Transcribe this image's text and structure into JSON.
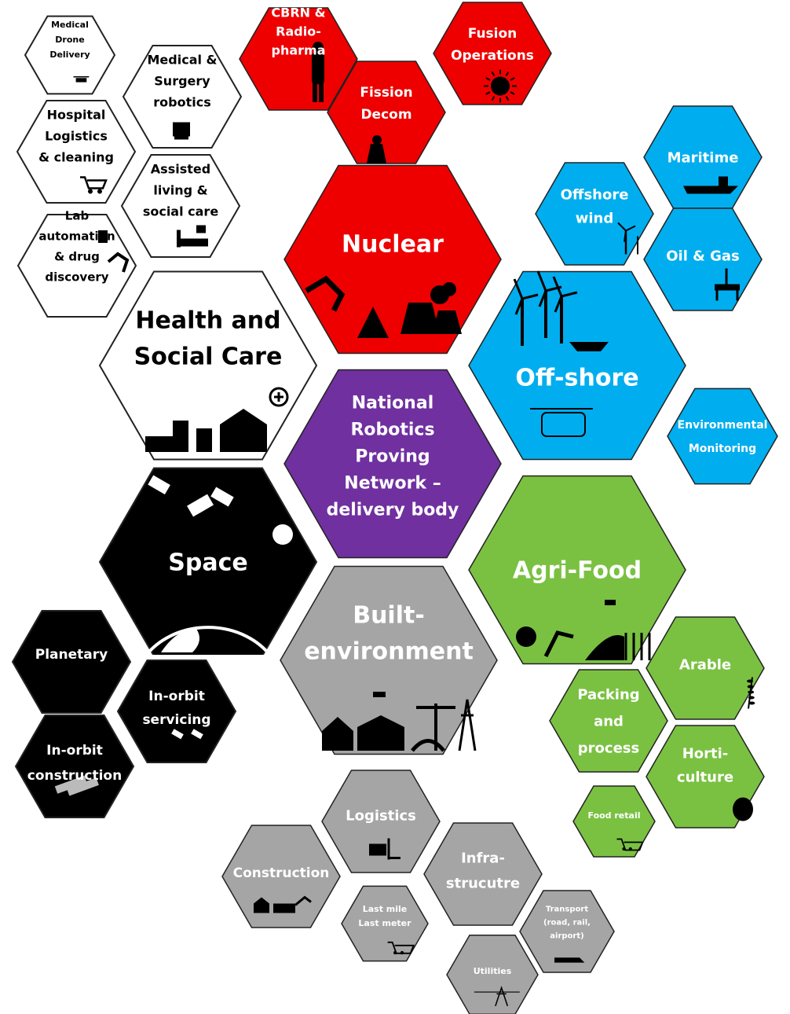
{
  "colors": {
    "nuclear": "#ee0000",
    "offshore": "#00aeef",
    "agrifood": "#7ac142",
    "built": "#a6a5a5",
    "space": "#000000",
    "health": "#ffffff",
    "core": "#7030a0",
    "outline": "#222222",
    "text_light": "#ffffff",
    "text_dark": "#000000"
  },
  "hexes": [
    {
      "id": "core",
      "color": "core",
      "lines": [
        "National",
        "Robotics",
        "Proving",
        "Network –",
        "delivery body"
      ],
      "icon": "none"
    },
    {
      "id": "nuclear",
      "color": "nuclear",
      "lines": [
        "Nuclear"
      ],
      "icon": "nuclear"
    },
    {
      "id": "health",
      "color": "health",
      "lines": [
        "Health and",
        "Social Care"
      ],
      "icon": "health"
    },
    {
      "id": "offshore",
      "color": "offshore",
      "lines": [
        "Off-shore"
      ],
      "icon": "offshore"
    },
    {
      "id": "space",
      "color": "space",
      "lines": [
        "Space"
      ],
      "icon": "space"
    },
    {
      "id": "agrifood",
      "color": "agrifood",
      "lines": [
        "Agri-Food"
      ],
      "icon": "agri"
    },
    {
      "id": "built",
      "color": "built",
      "lines": [
        "Built-",
        "environment"
      ],
      "icon": "built"
    },
    {
      "id": "cbrn",
      "color": "nuclear",
      "lines": [
        "CBRN &",
        "Radio-",
        "pharma"
      ],
      "icon": "person"
    },
    {
      "id": "fusion",
      "color": "nuclear",
      "lines": [
        "Fusion",
        "Operations"
      ],
      "icon": "sun"
    },
    {
      "id": "fission",
      "color": "nuclear",
      "lines": [
        "Fission",
        "Decom"
      ],
      "icon": "tower"
    },
    {
      "id": "drone-delivery",
      "color": "health",
      "lines": [
        "Medical",
        "Drone",
        "Delivery"
      ],
      "icon": "drone"
    },
    {
      "id": "surgery",
      "color": "health",
      "lines": [
        "Medical &",
        "Surgery",
        "robotics"
      ],
      "icon": "robot"
    },
    {
      "id": "hospital",
      "color": "health",
      "lines": [
        "Hospital",
        "Logistics",
        "& cleaning"
      ],
      "icon": "cart"
    },
    {
      "id": "assisted",
      "color": "health",
      "lines": [
        "Assisted",
        "living &",
        "social care"
      ],
      "icon": "bed"
    },
    {
      "id": "lab",
      "color": "health",
      "lines": [
        "Lab",
        "automation",
        "& drug",
        "discovery"
      ],
      "icon": "arm"
    },
    {
      "id": "maritime",
      "color": "offshore",
      "lines": [
        "Maritime"
      ],
      "icon": "ship"
    },
    {
      "id": "offshore-wind",
      "color": "offshore",
      "lines": [
        "Offshore",
        "wind"
      ],
      "icon": "turbine"
    },
    {
      "id": "oil-gas",
      "color": "offshore",
      "lines": [
        "Oil & Gas"
      ],
      "icon": "rig"
    },
    {
      "id": "env-monitoring",
      "color": "offshore",
      "lines": [
        "Environmental",
        "Monitoring"
      ],
      "icon": "none"
    },
    {
      "id": "arable",
      "color": "agrifood",
      "lines": [
        "Arable"
      ],
      "icon": "wheat"
    },
    {
      "id": "packing",
      "color": "agrifood",
      "lines": [
        "Packing",
        "and",
        "process"
      ],
      "icon": "none"
    },
    {
      "id": "horticulture",
      "color": "agrifood",
      "lines": [
        "Horti-",
        "culture"
      ],
      "icon": "berry"
    },
    {
      "id": "food-retail",
      "color": "agrifood",
      "lines": [
        "Food retail"
      ],
      "icon": "cart"
    },
    {
      "id": "planetary",
      "color": "space",
      "lines": [
        "Planetary"
      ],
      "icon": "none"
    },
    {
      "id": "in-orbit-servicing",
      "color": "space",
      "lines": [
        "In-orbit",
        "servicing"
      ],
      "icon": "satellite"
    },
    {
      "id": "in-orbit-construction",
      "color": "space",
      "lines": [
        "In-orbit",
        "construction"
      ],
      "icon": "station"
    },
    {
      "id": "logistics",
      "color": "built",
      "lines": [
        "Logistics"
      ],
      "icon": "forklift"
    },
    {
      "id": "construction",
      "color": "built",
      "lines": [
        "Construction"
      ],
      "icon": "digger"
    },
    {
      "id": "infrastructure",
      "color": "built",
      "lines": [
        "Infra-",
        "strucutre"
      ],
      "icon": "none"
    },
    {
      "id": "last-mile",
      "color": "built",
      "lines": [
        "Last mile",
        "Last meter"
      ],
      "icon": "cart"
    },
    {
      "id": "transport",
      "color": "built",
      "lines": [
        "Transport",
        "(road, rail,",
        "airport)"
      ],
      "icon": "train"
    },
    {
      "id": "utilities",
      "color": "built",
      "lines": [
        "Utilities"
      ],
      "icon": "pylon"
    }
  ]
}
